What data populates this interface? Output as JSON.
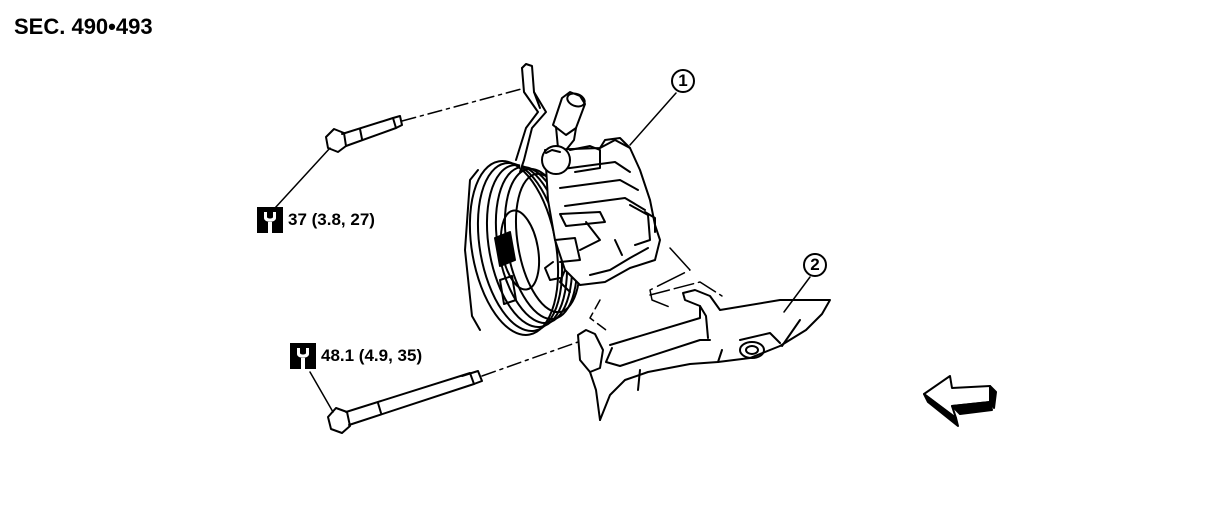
{
  "header": {
    "section_code": "SEC. 490•493"
  },
  "torque_specs": [
    {
      "value": "37 (3.8, 27)",
      "icon": "torque-wrench-icon"
    },
    {
      "value": "48.1 (4.9, 35)",
      "icon": "torque-wrench-icon"
    }
  ],
  "callouts": [
    {
      "number": "1"
    },
    {
      "number": "2"
    }
  ],
  "front_arrow": {
    "icon": "front-direction-arrow-icon"
  }
}
